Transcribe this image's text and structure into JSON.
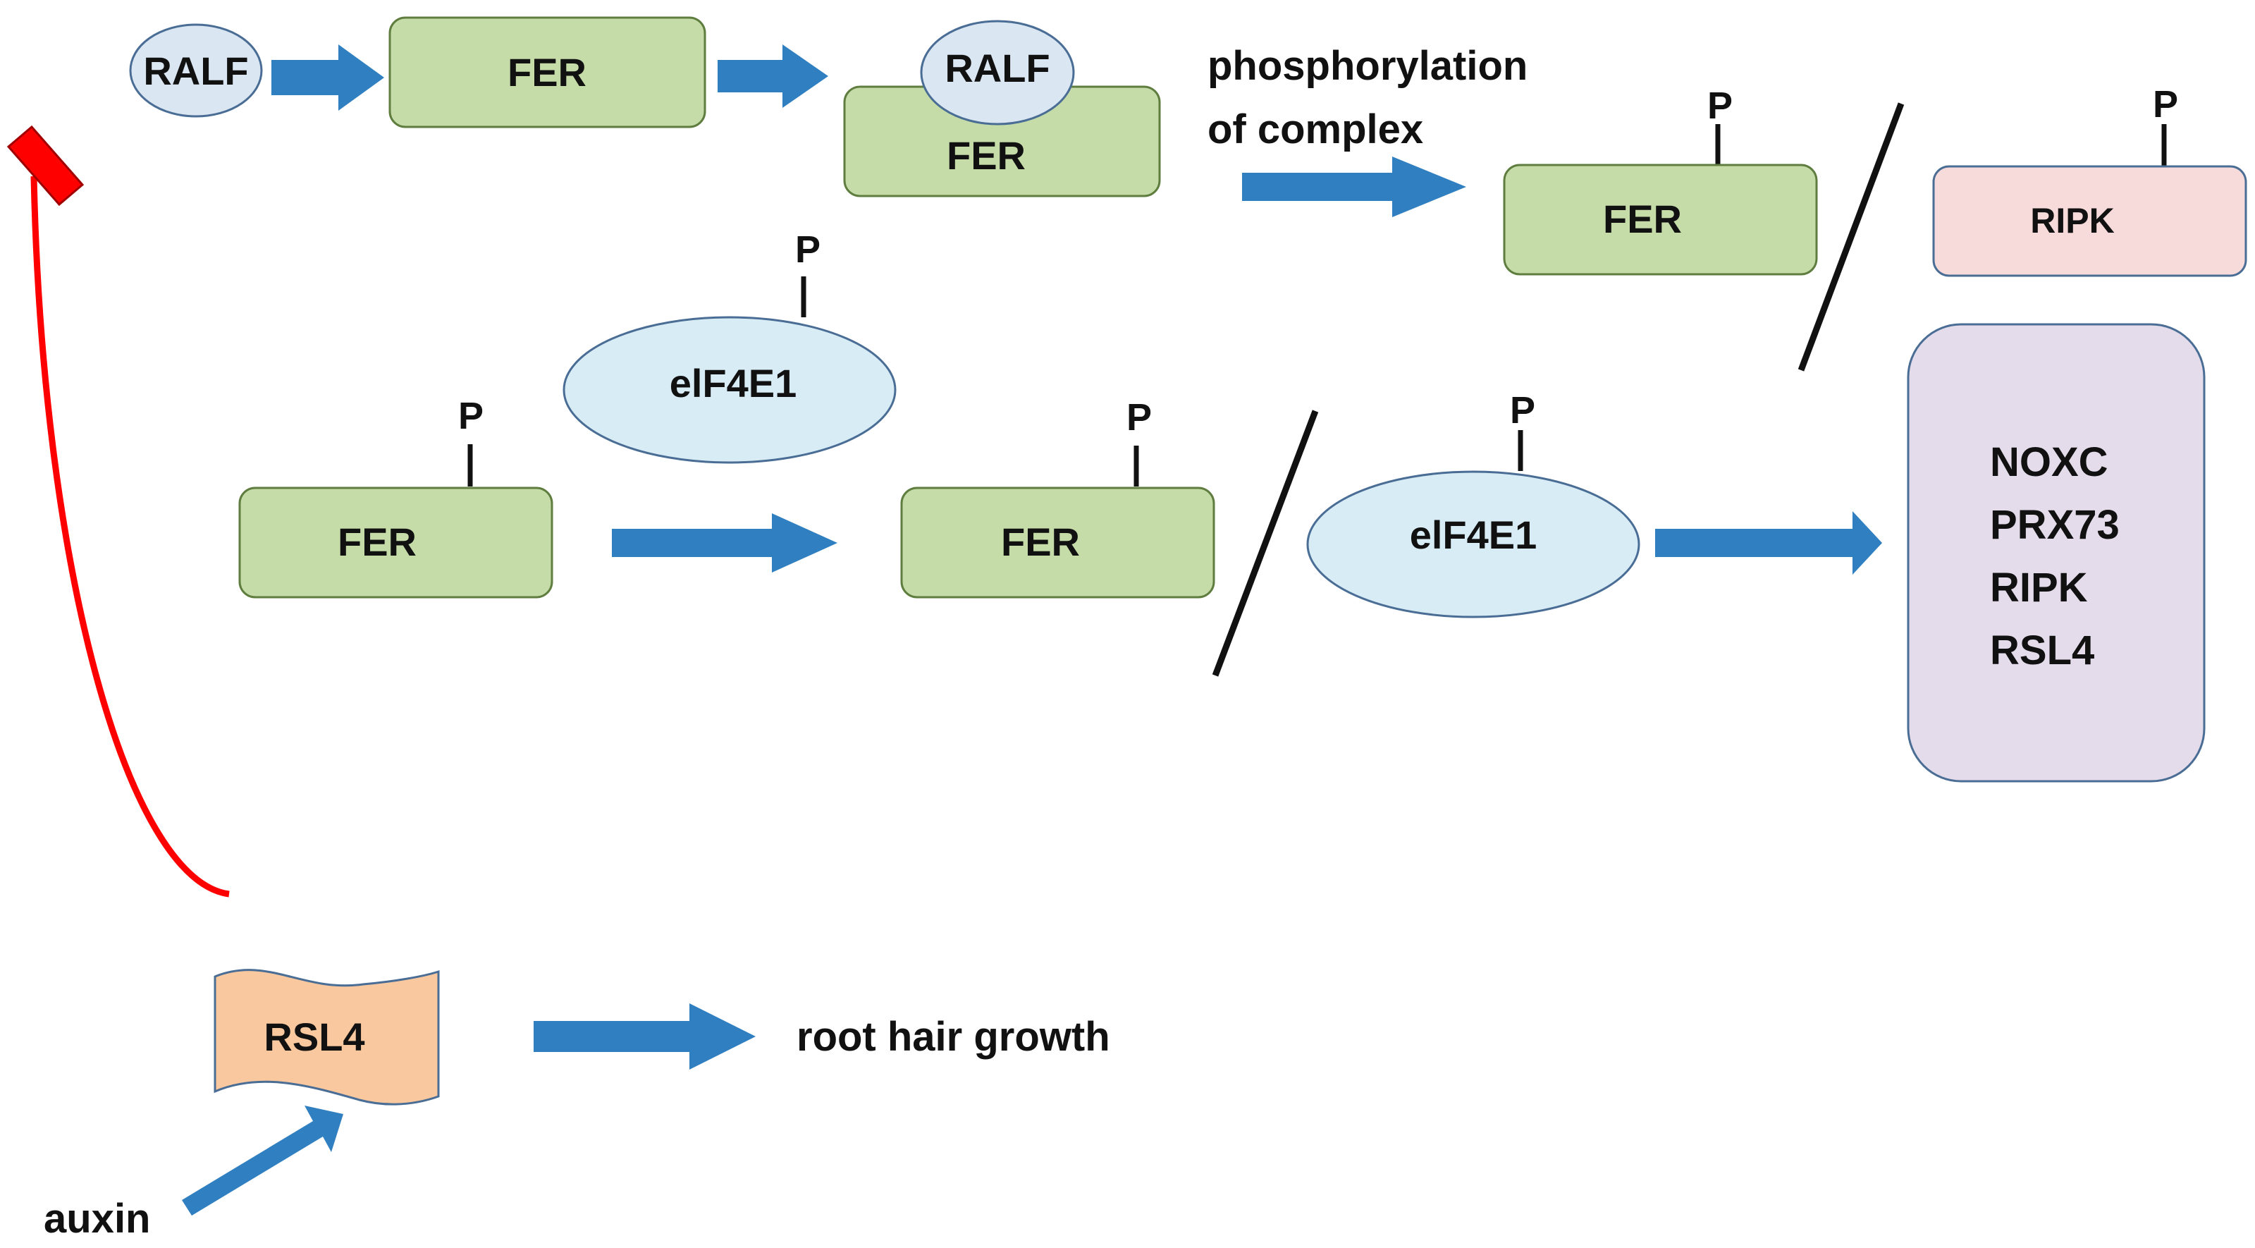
{
  "nodes": {
    "ralf_1": "RALF",
    "fer_1": "FER",
    "complex_ralf": "RALF",
    "complex_fer": "FER",
    "phos_line1": "phosphorylation",
    "phos_line2": "of complex",
    "fer_p_top": "FER",
    "fer_p_top_tag": "P",
    "ripk_top": "RIPK",
    "ripk_top_tag": "P",
    "eif_floating": "elF4E1",
    "eif_floating_tag": "P",
    "fer_mid_left": "FER",
    "fer_mid_left_tag": "P",
    "fer_mid_right": "FER",
    "fer_mid_right_tag": "P",
    "eif_mid": "elF4E1",
    "eif_mid_tag": "P",
    "targets": [
      "NOXC",
      "PRX73",
      "RIPK",
      "RSL4"
    ],
    "rsl4": "RSL4",
    "root_hair": "root hair growth",
    "auxin": "auxin"
  },
  "colors": {
    "fer_fill": "#c5dca8",
    "fer_stroke": "#5e7d3e",
    "ralf_fill": "#dbe6f3",
    "ralf_stroke": "#4a6d95",
    "eif_fill": "#d8ecf5",
    "ripk_fill": "#f7dada",
    "targets_fill": "#e4dcea",
    "rsl4_fill": "#f9c89e",
    "arrow": "#2f7fc1",
    "inhibit": "#ff0000",
    "line": "#111111"
  }
}
